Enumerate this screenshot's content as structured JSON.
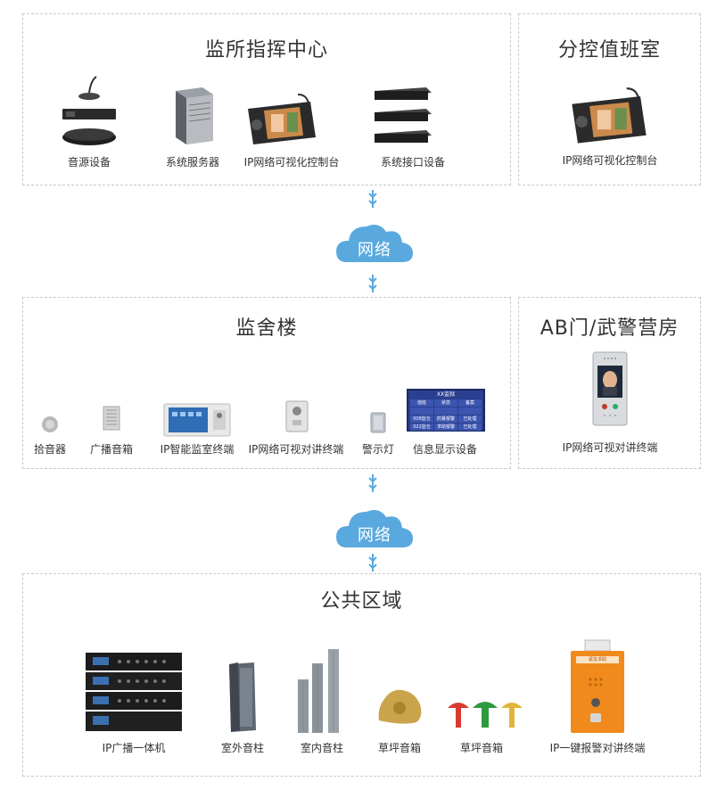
{
  "top_left": {
    "title": "监所指挥中心",
    "items": [
      "音源设备",
      "系统服务器",
      "IP网络可视化控制台",
      "系统接口设备"
    ]
  },
  "top_right": {
    "title": "分控值班室",
    "items": [
      "IP网络可视化控制台"
    ]
  },
  "cloud1": {
    "label": "网络"
  },
  "mid_left": {
    "title": "监舍楼",
    "items": [
      "拾音器",
      "广播音箱",
      "IP智能监室终端",
      "IP网络可视对讲终端",
      "警示灯",
      "信息显示设备"
    ],
    "display_screen": {
      "header": "XX监狱",
      "rows": [
        [
          "值班",
          "状态",
          "备案"
        ],
        [
          "",
          "",
          ""
        ],
        [
          "008监仓",
          "防暴报警",
          "已处理"
        ],
        [
          "022监仓",
          "求助报警",
          "已处理"
        ]
      ]
    }
  },
  "mid_right": {
    "title": "AB门/武警营房",
    "items": [
      "IP网络可视对讲终端"
    ]
  },
  "cloud2": {
    "label": "网络"
  },
  "bottom": {
    "title": "公共区域",
    "items": [
      "IP广播一体机",
      "室外音柱",
      "室内音柱",
      "草坪音箱",
      "草坪音箱",
      "IP一键报警对讲终端"
    ],
    "alarm_sign": "紧急求助"
  },
  "colors": {
    "cloud": "#5aa9de",
    "connector": "#5aa9de",
    "border": "#c9c9c9"
  }
}
